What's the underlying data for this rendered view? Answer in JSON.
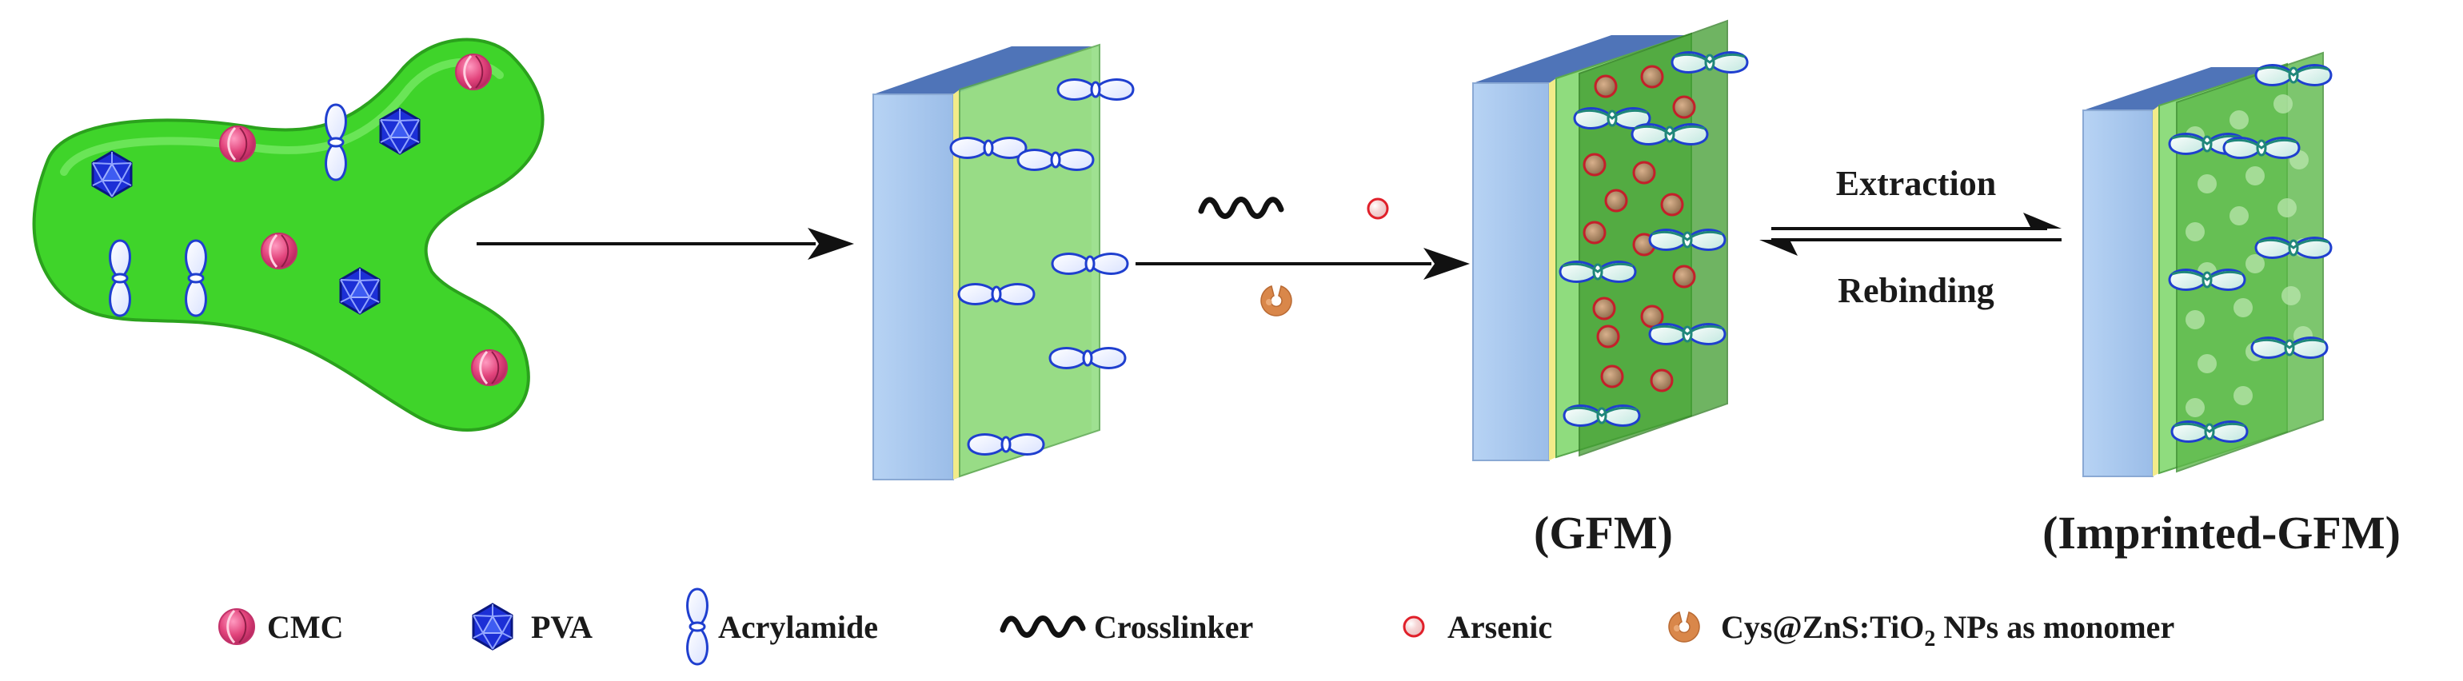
{
  "steps": {
    "extraction_label": "Extraction",
    "rebinding_label": "Rebinding",
    "gfm_label": "(GFM)",
    "imprinted_label": "(Imprinted-GFM)"
  },
  "legend": {
    "cmc": "CMC",
    "pva": "PVA",
    "acrylamide": "Acrylamide",
    "crosslinker": "Crosslinker",
    "arsenic": "Arsenic",
    "monomer_prefix": "Cys@ZnS:TiO",
    "monomer_sub": "2",
    "monomer_suffix": " NPs as monomer"
  },
  "colors": {
    "gel_green": "#3fd42a",
    "film_green": "#58c84a",
    "slab_front": "#a7c6ee",
    "slab_top": "#4f74b8",
    "cmc_pink": "#e2447c",
    "pva_blue": "#1c2fd6",
    "acrylamide_blue": "#1f3fcf",
    "acrylamide_teal": "#20877a",
    "arsenic_red": "#e0202a",
    "monomer_orange": "#d9874a"
  }
}
